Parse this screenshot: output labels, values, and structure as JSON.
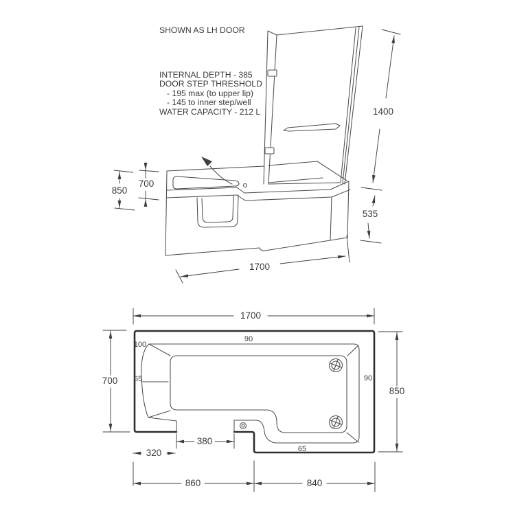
{
  "notes": {
    "shown_as": "SHOWN AS LH DOOR",
    "internal_depth": "INTERNAL DEPTH - 385",
    "door_step_threshold": "DOOR STEP THRESHOLD",
    "threshold_max": "- 195 max (to upper lip)",
    "threshold_inner": "- 145 to inner step/well",
    "water_capacity": "WATER CAPACITY - 212 L"
  },
  "side_view": {
    "screen_height": "1400",
    "panel_height": "535",
    "overall_width": "850",
    "left_end_width": "700",
    "length": "1700"
  },
  "plan_view": {
    "length": "1700",
    "left_end_width": "700",
    "overall_width": "850",
    "door_opening": "380",
    "door_offset": "320",
    "left_section_length": "860",
    "right_section_length": "840",
    "rim_top_left": "100",
    "rim_top": "90",
    "rim_left": "65",
    "rim_right": "90",
    "rim_bottom": "65"
  },
  "colors": {
    "line": "#4d4d4d",
    "outline": "#2e2e2e",
    "text": "#3a3a3a",
    "background": "#ffffff"
  }
}
